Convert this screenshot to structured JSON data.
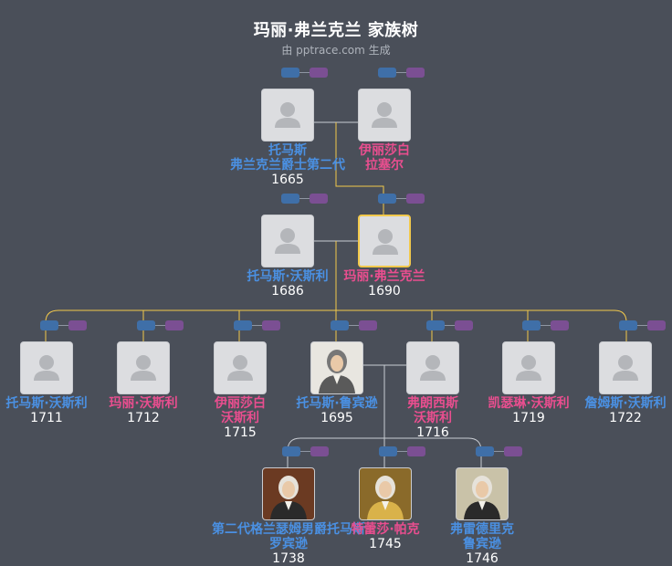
{
  "header": {
    "title": "玛丽·弗兰克兰 家族树",
    "subtitle": "由 pptrace.com 生成"
  },
  "colors": {
    "background": "#4a4f59",
    "male": "#4a90e2",
    "female": "#e94e8f",
    "focus_line": "#f2c94c",
    "line": "#c8ccd2",
    "badge_blue": "#3f6fa8",
    "badge_purple": "#7b4f93"
  },
  "people": [
    {
      "id": "p1",
      "gen": 0,
      "name_lines": [
        "托马斯",
        "弗兰克兰爵士第二代"
      ],
      "year": "1665",
      "sex": "male",
      "photo": "placeholder-avatar"
    },
    {
      "id": "p2",
      "gen": 0,
      "name_lines": [
        "伊丽莎白",
        "拉塞尔"
      ],
      "year": "",
      "sex": "female",
      "photo": "placeholder-avatar"
    },
    {
      "id": "p3",
      "gen": 1,
      "name_lines": [
        "托马斯·沃斯利"
      ],
      "year": "1686",
      "sex": "male",
      "photo": "placeholder-avatar"
    },
    {
      "id": "p4",
      "gen": 1,
      "name_lines": [
        "玛丽·弗兰克兰"
      ],
      "year": "1690",
      "sex": "female",
      "photo": "placeholder-avatar",
      "focus": true
    },
    {
      "id": "c1",
      "gen": 2,
      "name_lines": [
        "托马斯·沃斯利"
      ],
      "year": "1711",
      "sex": "male",
      "photo": "placeholder-avatar"
    },
    {
      "id": "c2",
      "gen": 2,
      "name_lines": [
        "玛丽·沃斯利"
      ],
      "year": "1712",
      "sex": "female",
      "photo": "placeholder-avatar"
    },
    {
      "id": "c3",
      "gen": 2,
      "name_lines": [
        "伊丽莎白",
        "沃斯利"
      ],
      "year": "1715",
      "sex": "female",
      "photo": "placeholder-avatar"
    },
    {
      "id": "c4",
      "gen": 2,
      "name_lines": [
        "托马斯·鲁宾逊"
      ],
      "year": "1695",
      "sex": "male",
      "photo": "portrait-engraving"
    },
    {
      "id": "c5",
      "gen": 2,
      "name_lines": [
        "弗朗西斯",
        "沃斯利"
      ],
      "year": "1716",
      "sex": "female",
      "photo": "placeholder-avatar"
    },
    {
      "id": "c6",
      "gen": 2,
      "name_lines": [
        "凯瑟琳·沃斯利"
      ],
      "year": "1719",
      "sex": "female",
      "photo": "placeholder-avatar"
    },
    {
      "id": "c7",
      "gen": 2,
      "name_lines": [
        "詹姆斯·沃斯利"
      ],
      "year": "1722",
      "sex": "male",
      "photo": "placeholder-avatar"
    },
    {
      "id": "g1",
      "gen": 3,
      "name_lines": [
        "第二代格兰瑟姆男爵托马斯",
        "罗宾逊"
      ],
      "year": "1738",
      "sex": "male",
      "photo": "portrait-painting-a"
    },
    {
      "id": "g2",
      "gen": 3,
      "name_lines": [
        "特蕾莎·帕克"
      ],
      "year": "1745",
      "sex": "female",
      "photo": "portrait-painting-b"
    },
    {
      "id": "g3",
      "gen": 3,
      "name_lines": [
        "弗雷德里克",
        "鲁宾逊"
      ],
      "year": "1746",
      "sex": "male",
      "photo": "portrait-painting-c"
    }
  ]
}
